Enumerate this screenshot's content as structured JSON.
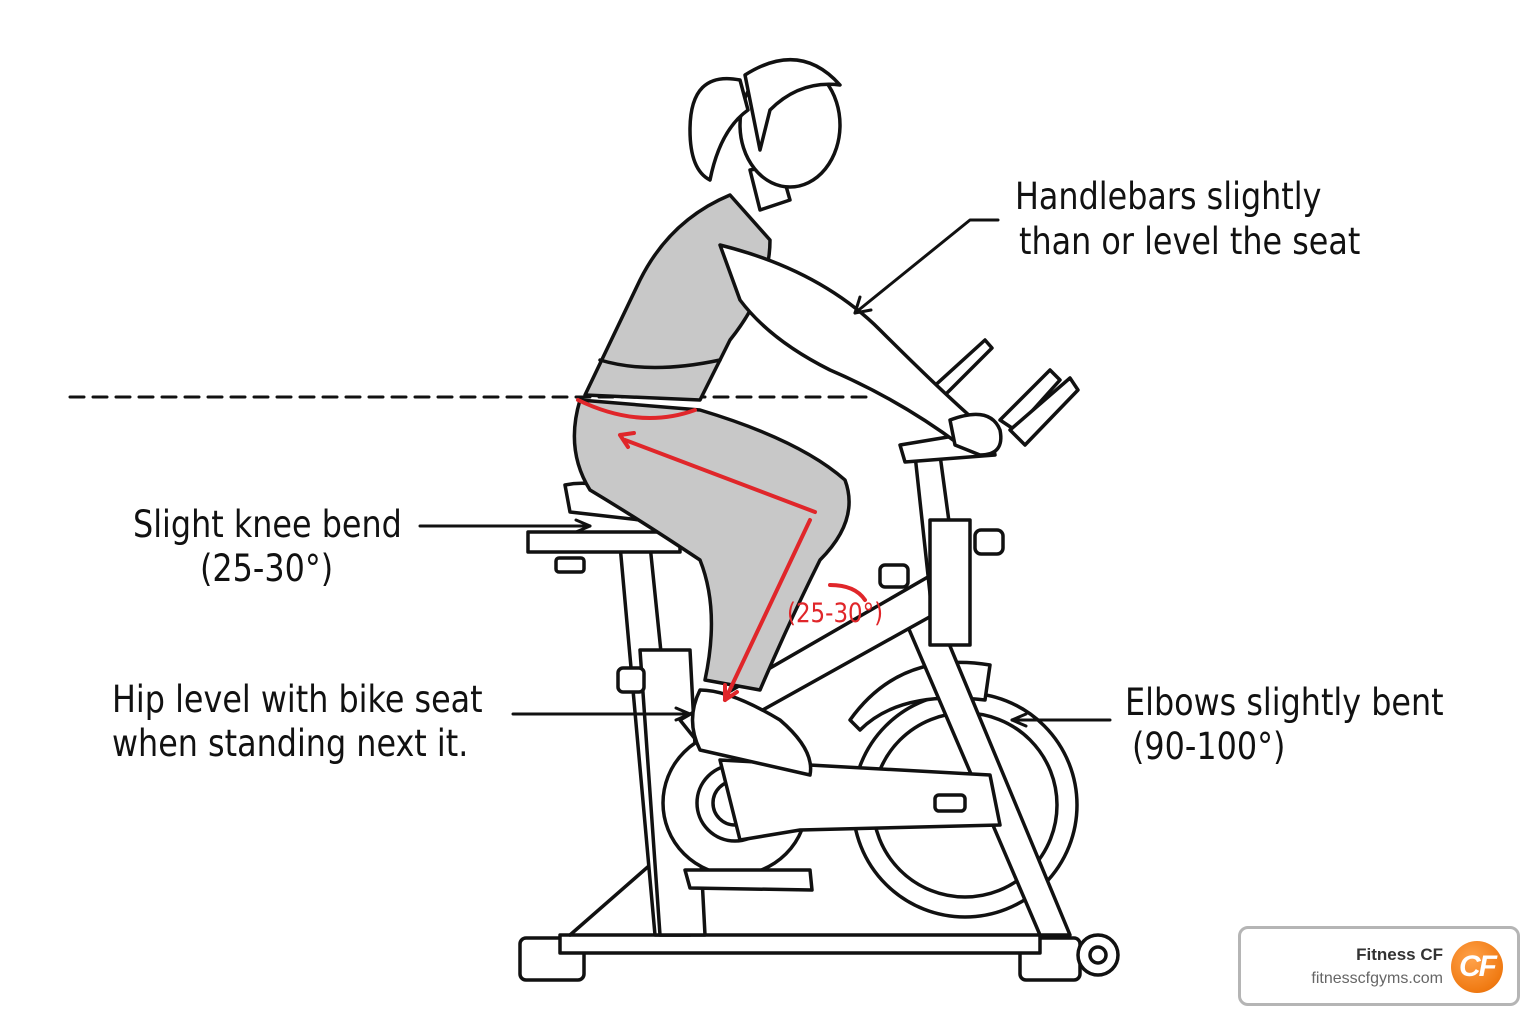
{
  "annotations": {
    "handlebars": [
      "Handlebars slightly",
      "than or level the seat"
    ],
    "knee": [
      "Slight knee bend",
      "(25-30°)"
    ],
    "hip": [
      "Hip level with bike seat",
      "when standing next it."
    ],
    "elbows": [
      "Elbows slightly bent",
      "(90-100°)"
    ],
    "knee_angle_red": "(25-30°)"
  },
  "brand": {
    "name": "Fitness CF",
    "url": "fitnesscfgyms.com",
    "logo_text": "CF"
  },
  "colors": {
    "accent_red": "#e0262a",
    "brand_orange": "#f07a12"
  }
}
